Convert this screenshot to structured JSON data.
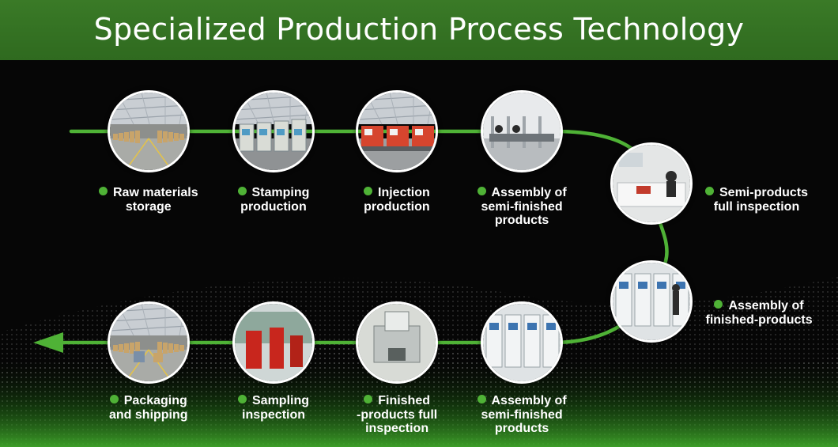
{
  "title": "Specialized Production Process Technology",
  "colors": {
    "header": "#3a7a27",
    "flow_line": "#4fb236",
    "background": "#060606"
  },
  "steps": [
    {
      "id": "raw",
      "label": "Raw materials storage",
      "lines": [
        "Raw materials",
        "storage"
      ],
      "photo": "warehouse-photo"
    },
    {
      "id": "stamp",
      "label": "Stamping production",
      "lines": [
        "Stamping",
        "production"
      ],
      "photo": "stamping-machines-photo"
    },
    {
      "id": "inject",
      "label": "Injection production",
      "lines": [
        "Injection",
        "production"
      ],
      "photo": "injection-machines-photo"
    },
    {
      "id": "semi1",
      "label": "Assembly of semi-finished products",
      "lines": [
        "Assembly of",
        "semi-finished",
        "products"
      ],
      "photo": "assembly-line-photo"
    },
    {
      "id": "semiinsp",
      "label": "Semi-products full inspection",
      "lines": [
        "Semi-products",
        "full inspection"
      ],
      "photo": "inspection-station-photo"
    },
    {
      "id": "finasm",
      "label": "Assembly of finished-products",
      "lines": [
        "Assembly of",
        "finished-products"
      ],
      "photo": "finished-assembly-photo"
    },
    {
      "id": "semi2",
      "label": "Assembly of semi-finished products",
      "lines": [
        "Assembly of",
        "semi-finished",
        "products"
      ],
      "photo": "automated-line-photo"
    },
    {
      "id": "fininsp",
      "label": "Finished -products full inspection",
      "lines": [
        "Finished",
        "-products full",
        "inspection"
      ],
      "photo": "test-equipment-photo"
    },
    {
      "id": "sampling",
      "label": "Sampling inspection",
      "lines": [
        "Sampling",
        "inspection"
      ],
      "photo": "sampling-lab-photo"
    },
    {
      "id": "pack",
      "label": "Packaging and shipping",
      "lines": [
        "Packaging",
        "and shipping"
      ],
      "photo": "packaging-warehouse-photo"
    }
  ]
}
